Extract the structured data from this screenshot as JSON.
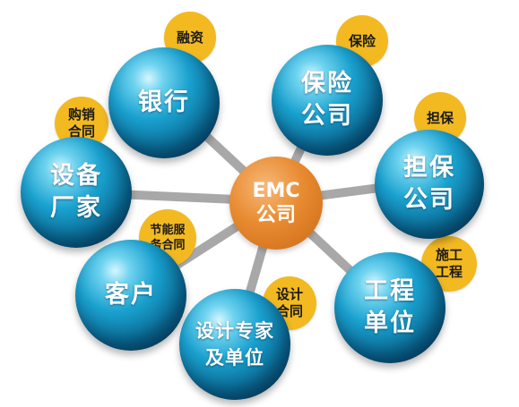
{
  "hub": {
    "line1": "EMC",
    "line2": "公司"
  },
  "colors": {
    "sphere": "#0b7fad",
    "hub": "#e88a30",
    "badge": "#f3b921",
    "connector": "#a8a8a8"
  },
  "partners": {
    "bank": {
      "line1": "银行",
      "relation": "融资"
    },
    "insurance": {
      "line1": "保险",
      "line2": "公司",
      "relation": "保险"
    },
    "guarantee": {
      "line1": "担保",
      "line2": "公司",
      "relation": "担保"
    },
    "engineering": {
      "line1": "工程",
      "line2": "单位",
      "relation1": "施工",
      "relation2": "工程"
    },
    "design": {
      "line1": "设计专家",
      "line2": "及单位",
      "relation1": "设计",
      "relation2": "合同"
    },
    "customer": {
      "line1": "客户",
      "relation1": "节能服",
      "relation2": "务合同"
    },
    "equipment": {
      "line1": "设备",
      "line2": "厂家",
      "relation1": "购销",
      "relation2": "合同"
    }
  }
}
